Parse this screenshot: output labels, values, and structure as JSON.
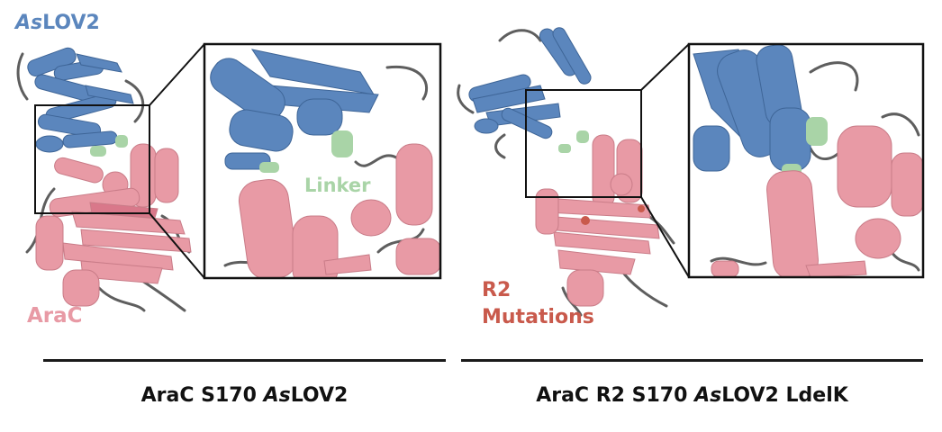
{
  "left_panel": {
    "protein_label_prefix": "As",
    "protein_label_suffix": "LOV2",
    "arac_label": "AraC",
    "linker_label": "Linker",
    "caption_pre": "AraC S170 ",
    "caption_it": "As",
    "caption_post": "LOV2"
  },
  "right_panel": {
    "mutation_label_line1": "R2",
    "mutation_label_line2": "Mutations",
    "caption_pre": "AraC R2 S170 ",
    "caption_it": "As",
    "caption_post": "LOV2 LdelK"
  },
  "colors": {
    "lov2": "#5b86bd",
    "arac": "#e89aa5",
    "linker": "#a9d4a7",
    "mutation": "#c95a4c",
    "loop": "#5e5e5e"
  }
}
